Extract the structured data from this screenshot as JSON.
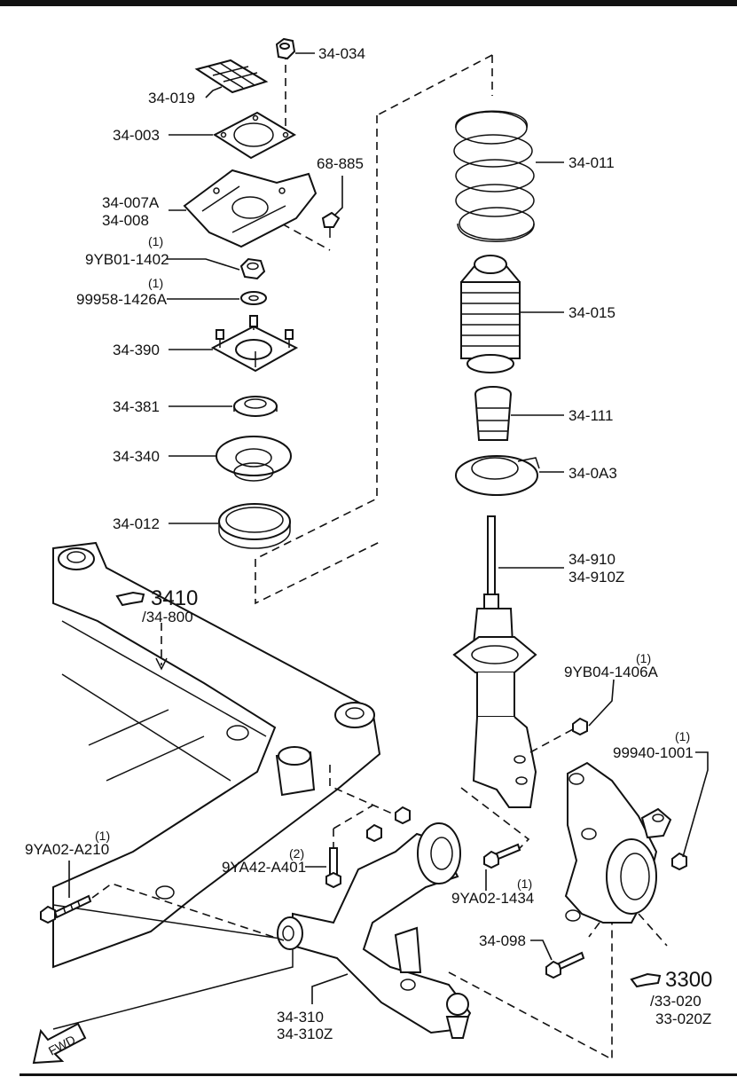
{
  "labels": {
    "p34_034": "34-034",
    "p34_019": "34-019",
    "p34_003": "34-003",
    "p34_007a": "34-007A",
    "p34_008": "34-008",
    "p68_885": "68-885",
    "p9yb01_qty": "(1)",
    "p9yb01": "9YB01-1402",
    "p99958_qty": "(1)",
    "p99958": "99958-1426A",
    "p34_390": "34-390",
    "p34_381": "34-381",
    "p34_340": "34-340",
    "p34_012": "34-012",
    "p34_011": "34-011",
    "p34_015": "34-015",
    "p34_111": "34-111",
    "p34_0a3": "34-0A3",
    "p34_910": "34-910",
    "p34_910z": "34-910Z",
    "ref3410": "3410",
    "ref3410_sub": "/34-800",
    "p9yb04_qty": "(1)",
    "p9yb04": "9YB04-1406A",
    "p99940_qty": "(1)",
    "p99940": "99940-1001",
    "p9ya02a_qty": "(1)",
    "p9ya02a": "9YA02-A210",
    "p9ya42_qty": "(2)",
    "p9ya42": "9YA42-A401",
    "p9ya02b_qty": "(1)",
    "p9ya02b": "9YA02-1434",
    "p34_098": "34-098",
    "ref3300": "3300",
    "ref3300_sub1": "/33-020",
    "ref3300_sub2": "33-020Z",
    "p34_310": "34-310",
    "p34_310z": "34-310Z",
    "fwd": "FWD"
  },
  "icons": {
    "ref_pointer": "pointing-hand-icon",
    "fwd_arrow": "forward-arrow-icon"
  }
}
